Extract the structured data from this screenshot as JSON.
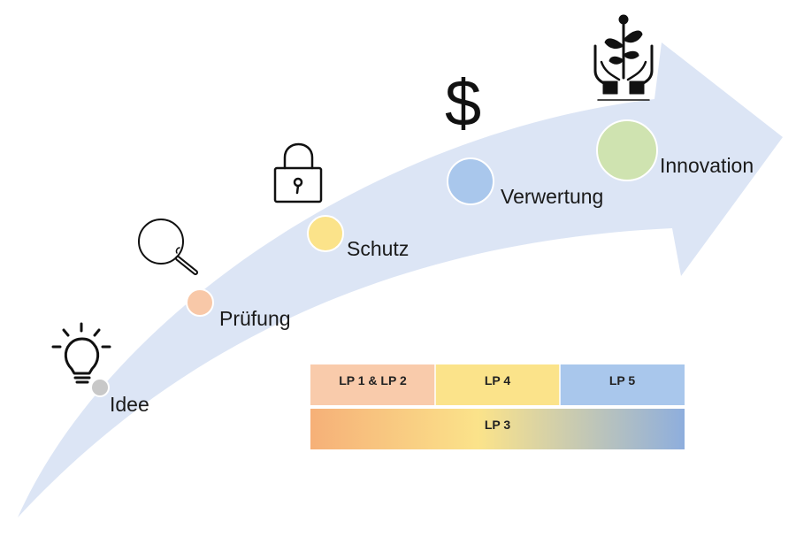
{
  "stages": [
    {
      "label": "Idee",
      "icon": "lightbulb-icon",
      "color": "#c8c8c8"
    },
    {
      "label": "Prüfung",
      "icon": "magnifier-icon",
      "color": "#f8c8a8"
    },
    {
      "label": "Schutz",
      "icon": "padlock-icon",
      "color": "#fbe38a"
    },
    {
      "label": "Verwertung",
      "icon": "dollar-icon",
      "color": "#a9c7ec"
    },
    {
      "label": "Innovation",
      "icon": "hands-plant-icon",
      "color": "#cfe3b0"
    }
  ],
  "dollar_sign": "$",
  "work_packages": {
    "lp12": {
      "label": "LP 1 & LP 2",
      "color": "#f9cbab"
    },
    "lp4": {
      "label": "LP 4",
      "color": "#fbe38a"
    },
    "lp5": {
      "label": "LP 5",
      "color": "#a9c7ec"
    },
    "lp3": {
      "label": "LP 3",
      "gradient": [
        "#f6b078",
        "#fbe38a",
        "#8eaedd"
      ]
    }
  },
  "arrow_color": "#dce5f5"
}
